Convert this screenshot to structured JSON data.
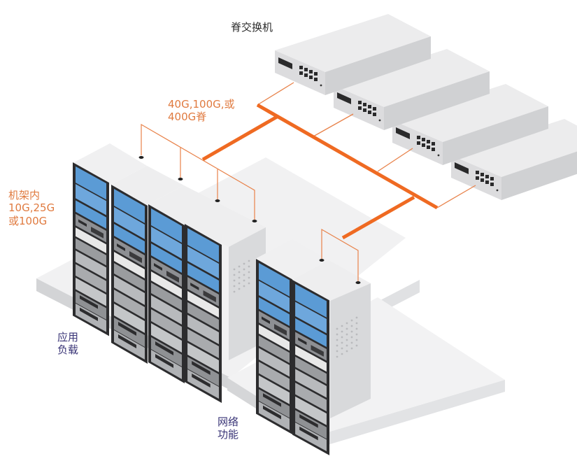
{
  "title": "Spine-leaf data center network",
  "labels": {
    "spine_switches": "脊交换机",
    "spine_speed": [
      "40G,100G,或",
      "400G脊"
    ],
    "in_rack_speed": [
      "机架内",
      "10G,25G",
      "或100G"
    ],
    "application_workloads": [
      "应用",
      "负载"
    ],
    "network_functions": [
      "网络",
      "功能"
    ]
  },
  "colors": {
    "link_orange": "#ef6a22",
    "thin_link_orange": "#e8824a",
    "label_orange": "#e07a3f",
    "label_navy": "#3a3577",
    "rack_screen_blue": "#5b9bd5",
    "switch_body": "#e9e9ea"
  },
  "components": {
    "spine_switch_count": 4,
    "app_rack_count": 4,
    "network_rack_count": 2
  }
}
